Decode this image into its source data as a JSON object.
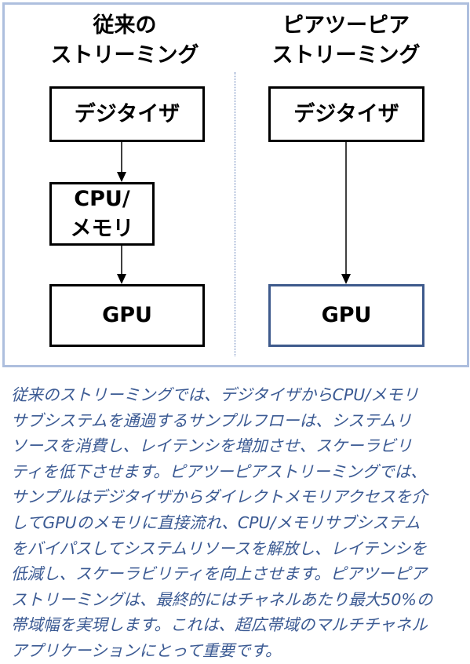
{
  "left_column": {
    "heading": [
      "従来の",
      "ストリーミング"
    ],
    "boxes": [
      {
        "lines": [
          "デジタイザ"
        ]
      },
      {
        "lines": [
          "CPU/",
          "メモリ"
        ]
      },
      {
        "lines": [
          "GPU"
        ]
      }
    ]
  },
  "right_column": {
    "heading": [
      "ピアツーピア",
      "ストリーミング"
    ],
    "boxes": [
      {
        "lines": [
          "デジタイザ"
        ]
      },
      {
        "lines": [
          "GPU"
        ]
      }
    ]
  },
  "caption_lines": [
    "従来のストリーミングでは、デジタイザからCPU/メモリ",
    "サブシステムを通過するサンプルフローは、システムリ",
    "ソースを消費し、レイテンシを増加させ、スケーラビリ",
    "ティを低下させます。ピアツーピアストリーミングでは、",
    "サンプルはデジタイザからダイレクトメモリアクセスを介",
    "してGPUのメモリに直接流れ、CPU/メモリサブシステム",
    "をバイパスしてシステムリソースを解放し、レイテンシを",
    "低減し、スケーラビリティを向上させます。ピアツーピア",
    "ストリーミングは、最終的にはチャネルあたり最大50%の",
    "帯域幅を実現します。これは、超広帯域のマルチチャネル",
    "アプリケーションにとって重要です。"
  ],
  "colors": {
    "frame_border": "#aebfde",
    "divider": "#5a79b4",
    "box_border": "#000000",
    "gpu_box_border_right": "#3e5a8c",
    "caption_text": "#3b5a93"
  }
}
